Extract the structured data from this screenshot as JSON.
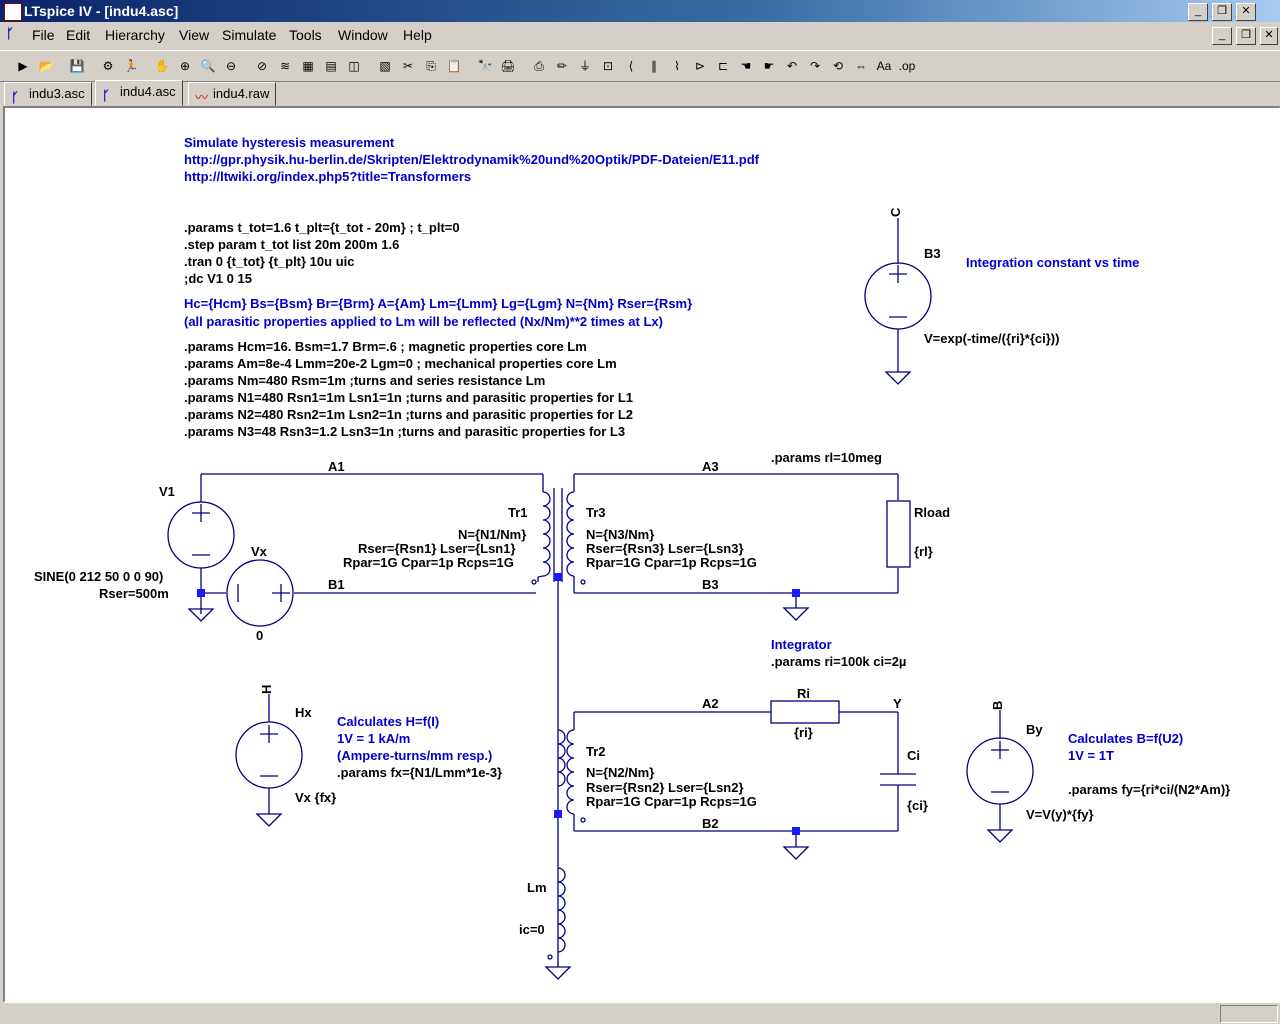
{
  "window": {
    "title": "LTspice IV - [indu4.asc]"
  },
  "menu": [
    "File",
    "Edit",
    "Hierarchy",
    "View",
    "Simulate",
    "Tools",
    "Window",
    "Help"
  ],
  "tabs": [
    {
      "label": "indu3.asc",
      "icon": "schematic-icon"
    },
    {
      "label": "indu4.asc",
      "icon": "schematic-icon"
    },
    {
      "label": "indu4.raw",
      "icon": "waveform-icon"
    }
  ],
  "toolbar_icons": [
    "run-icon",
    "open-icon",
    "save-icon",
    "control-panel-icon",
    "run-sim-icon",
    "halt-icon",
    "zoom-in-icon",
    "pan-icon",
    "zoom-out-icon",
    "zoom-fit-icon",
    "waveform-icon",
    "autorange-icon",
    "tile-icon",
    "cascade-icon",
    "close-windows-icon",
    "cut-icon",
    "copy-icon",
    "paste-icon",
    "find-icon",
    "print-setup-icon",
    "print-icon",
    "wire-icon",
    "ground-icon",
    "label-icon",
    "resistor-icon",
    "capacitor-icon",
    "inductor-icon",
    "diode-icon",
    "component-icon",
    "move-icon",
    "drag-icon",
    "undo-icon",
    "redo-icon",
    "rotate-icon",
    "mirror-icon",
    "text-icon",
    "spice-directive-icon"
  ],
  "schematic": {
    "heading": {
      "l1": "Simulate hysteresis measurement",
      "l2": "http://gpr.physik.hu-berlin.de/Skripten/Elektrodynamik%20und%20Optik/PDF-Dateien/E11.pdf",
      "l3": "http://ltwiki.org/index.php5?title=Transformers"
    },
    "params1": [
      ".params t_tot=1.6 t_plt={t_tot - 20m} ; t_plt=0",
      ".step param t_tot list 20m 200m 1.6",
      ".tran 0 {t_tot} {t_plt} 10u uic",
      ";dc V1 0 15"
    ],
    "comment1": [
      "Hc={Hcm} Bs={Bsm} Br={Brm} A={Am} Lm={Lmm} Lg={Lgm} N={Nm} Rser={Rsm}",
      "(all parasitic properties applied to Lm will be reflected (Nx/Nm)**2 times at Lx)"
    ],
    "params2": [
      ".params Hcm=16. Bsm=1.7 Brm=.6 ; magnetic properties core Lm",
      ".params Am=8e-4 Lmm=20e-2 Lgm=0 ; mechanical properties core Lm",
      ".params Nm=480 Rsm=1m ;turns and series resistance Lm",
      ".params N1=480 Rsn1=1m Lsn1=1n ;turns and parasitic properties for L1",
      ".params N2=480 Rsn2=1m Lsn2=1n ;turns and parasitic properties for L2",
      ".params N3=48 Rsn3=1.2 Lsn3=1n ;turns and parasitic properties for L3"
    ],
    "b3": {
      "name": "B3",
      "node": "C",
      "value": "V=exp(-time/({ri}*{ci}))",
      "comment": "Integration constant vs time"
    },
    "params_rl": ".params rl=10meg",
    "nets": {
      "a1": "A1",
      "b1": "B1",
      "a3": "A3",
      "b3": "B3",
      "a2": "A2",
      "b2": "B2",
      "y": "Y"
    },
    "v1": {
      "name": "V1",
      "value": "SINE(0 212 50 0 0 90)",
      "rser": "Rser=500m"
    },
    "vx": {
      "name": "Vx",
      "value": "0"
    },
    "tr1": {
      "name": "Tr1",
      "n": "N={N1/Nm}",
      "l1": "Rser={Rsn1} Lser={Lsn1}",
      "l2": "Rpar=1G Cpar=1p Rcps=1G"
    },
    "tr3": {
      "name": "Tr3",
      "n": "N={N3/Nm}",
      "l1": "Rser={Rsn3} Lser={Lsn3}",
      "l2": "Rpar=1G Cpar=1p Rcps=1G"
    },
    "tr2": {
      "name": "Tr2",
      "n": "N={N2/Nm}",
      "l1": "Rser={Rsn2} Lser={Lsn2}",
      "l2": "Rpar=1G Cpar=1p Rcps=1G"
    },
    "rload": {
      "name": "Rload",
      "value": "{rl}"
    },
    "integrator": {
      "title": "Integrator",
      "params": ".params ri=100k ci=2µ"
    },
    "ri": {
      "name": "Ri",
      "value": "{ri}"
    },
    "ci": {
      "name": "Ci",
      "value": "{ci}"
    },
    "hx": {
      "name": "Hx",
      "node": "H",
      "value": "Vx {fx}",
      "c1": "Calculates H=f(I)",
      "c2": "1V =  1 kA/m",
      "c3": "(Ampere-turns/mm resp.)",
      "c4": ".params fx={N1/Lmm*1e-3}"
    },
    "by": {
      "name": "By",
      "node": "B",
      "value": "V=V(y)*{fy}",
      "c1": "Calculates B=f(U2)",
      "c2": "1V = 1T",
      "c3": ".params fy={ri*ci/(N2*Am)}"
    },
    "lm": {
      "name": "Lm",
      "value": "ic=0"
    }
  },
  "colors": {
    "wire": "#000080",
    "text_blue": "#0000cc",
    "title_start": "#0a246a"
  }
}
